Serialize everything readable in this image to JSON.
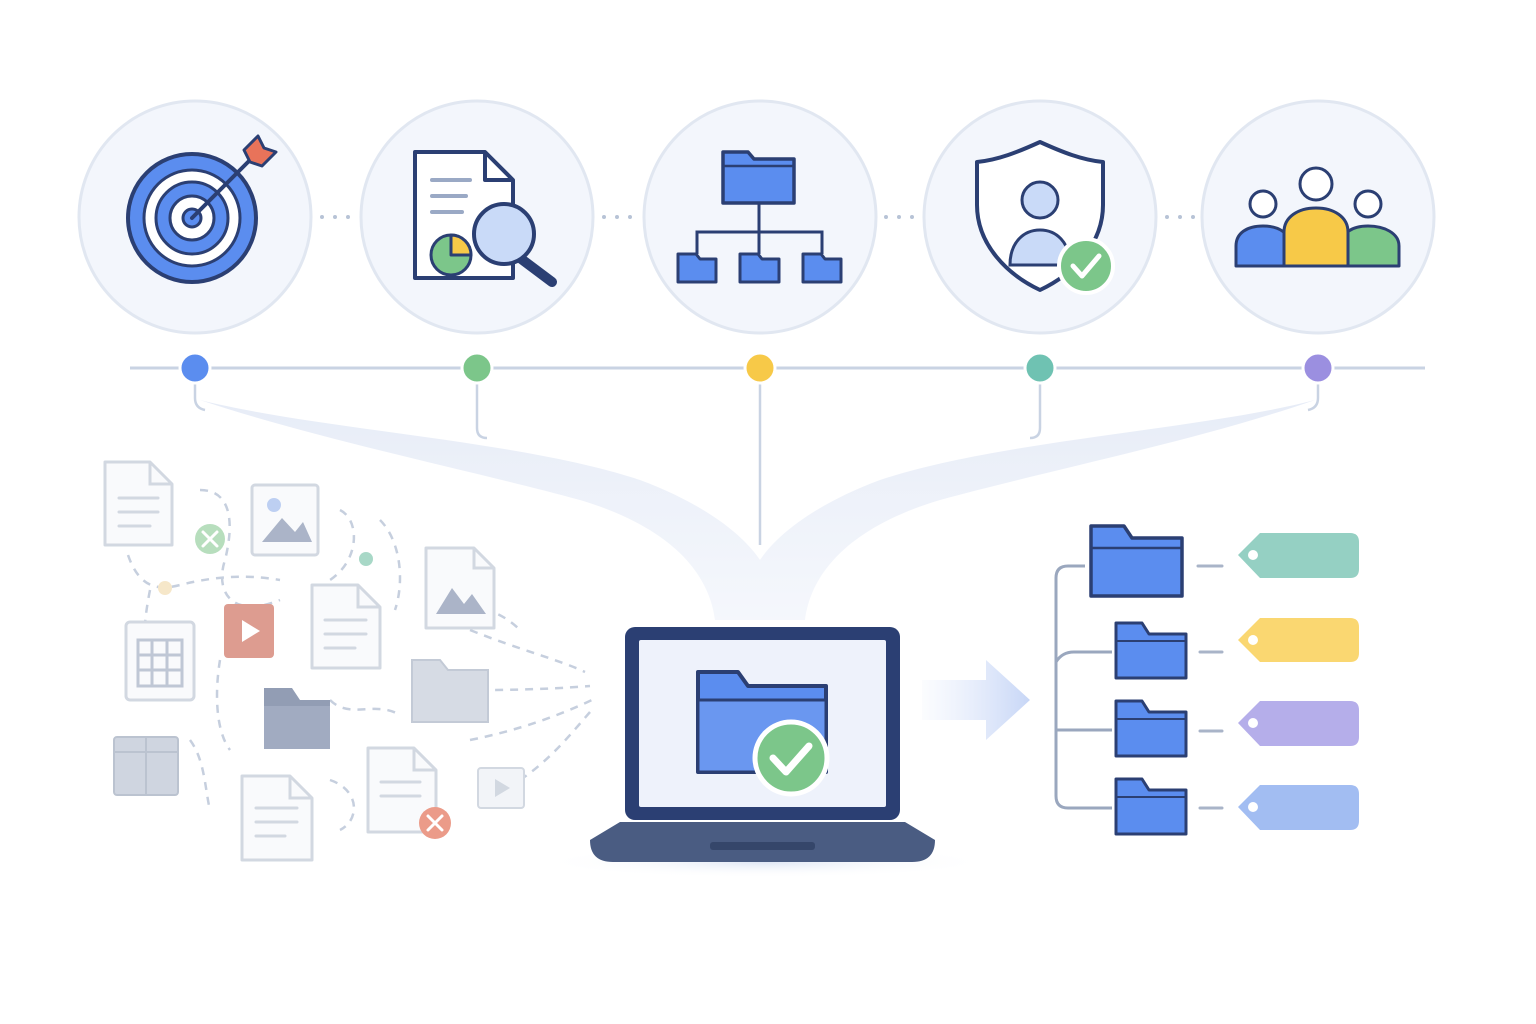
{
  "colors": {
    "primary_blue": "#5b8def",
    "dark_navy": "#2b3f73",
    "green": "#7cc68a",
    "yellow": "#f7c948",
    "teal": "#6fc2b2",
    "purple": "#9b8fe0",
    "red": "#e8735a",
    "light_blue": "#dfe6f6",
    "line_gray": "#c9d3e3",
    "circle_bg": "#f3f6fc",
    "circle_border": "#e1e7f1"
  },
  "steps": [
    {
      "id": "goal",
      "icon": "target-icon",
      "node_color": "#5b8def"
    },
    {
      "id": "analysis",
      "icon": "document-search-icon",
      "node_color": "#7cc68a"
    },
    {
      "id": "structure",
      "icon": "folder-hierarchy-icon",
      "node_color": "#f7c948"
    },
    {
      "id": "security",
      "icon": "shield-user-check-icon",
      "node_color": "#6fc2b2"
    },
    {
      "id": "team",
      "icon": "user-group-icon",
      "node_color": "#9b8fe0"
    }
  ],
  "tags": [
    {
      "id": "tag-teal",
      "color": "#95d0c3"
    },
    {
      "id": "tag-yellow",
      "color": "#fad771"
    },
    {
      "id": "tag-purple",
      "color": "#b5aeea"
    },
    {
      "id": "tag-blue",
      "color": "#a2bdf2"
    }
  ]
}
